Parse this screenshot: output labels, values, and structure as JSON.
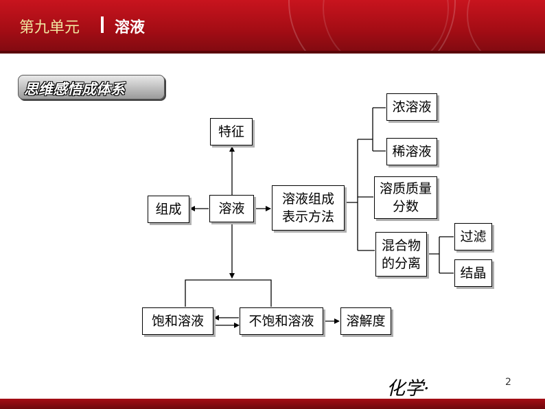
{
  "header": {
    "chapter": "第九单元",
    "topic": "溶液"
  },
  "banner": {
    "label": "思维感悟成体系"
  },
  "diagram": {
    "nodes": {
      "tezheng": "特征",
      "zucheng": "组成",
      "rongye": "溶液",
      "biaoshi": "溶液组成\n表示方法",
      "nong": "浓溶液",
      "xi": "稀溶液",
      "fenshu": "溶质质量\n分数",
      "fenli": "混合物\n的分离",
      "guolv": "过滤",
      "jiejing": "结晶",
      "baohe": "饱和溶液",
      "buhao": "不饱和溶液",
      "rongjiedu": "溶解度"
    }
  },
  "footer": {
    "subject": "化学·",
    "page": "2"
  },
  "colors": {
    "header_red": "#a50d15",
    "title_gold": "#f0e6a0"
  }
}
